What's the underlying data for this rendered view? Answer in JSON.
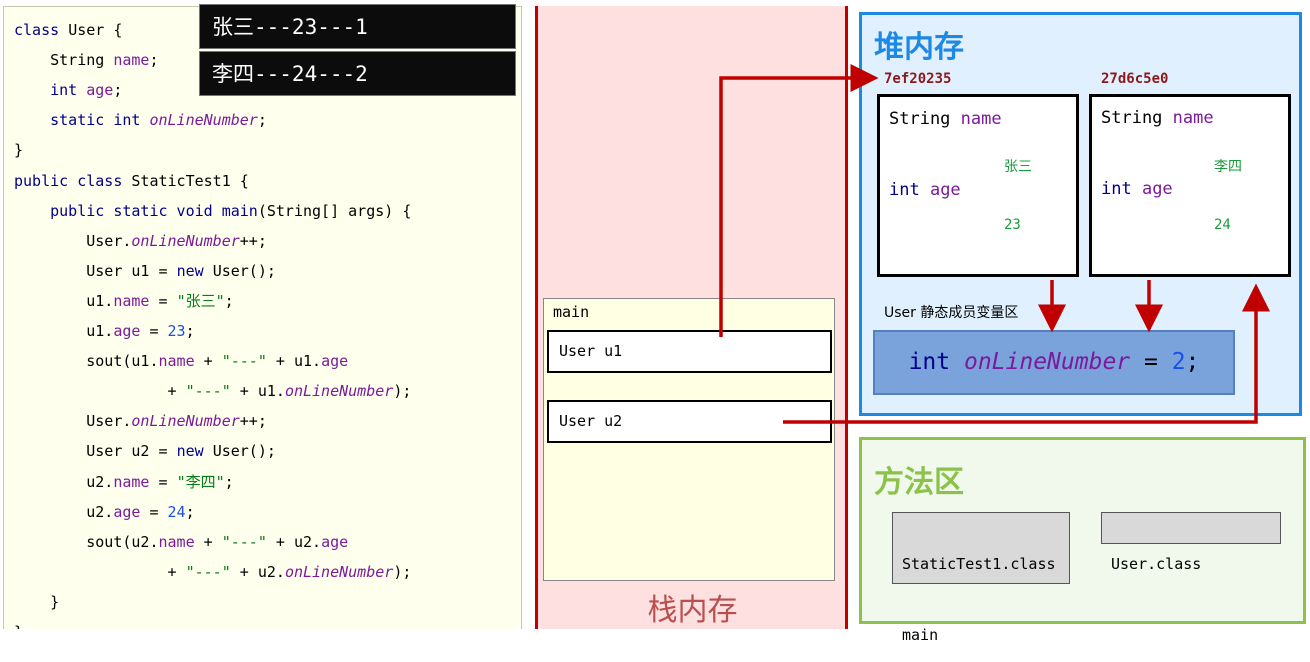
{
  "code": {
    "lines": [
      [
        {
          "t": "class ",
          "c": "kw"
        },
        {
          "t": "User {",
          "c": "pl"
        }
      ],
      [
        {
          "t": "    String ",
          "c": "pl"
        },
        {
          "t": "name",
          "c": "fld"
        },
        {
          "t": ";",
          "c": "pl"
        }
      ],
      [
        {
          "t": "    ",
          "c": "pl"
        },
        {
          "t": "int ",
          "c": "kw"
        },
        {
          "t": "age",
          "c": "fld"
        },
        {
          "t": ";",
          "c": "pl"
        }
      ],
      [
        {
          "t": "    ",
          "c": "pl"
        },
        {
          "t": "static int ",
          "c": "kw"
        },
        {
          "t": "onLineNumber",
          "c": "sfld"
        },
        {
          "t": ";",
          "c": "pl"
        }
      ],
      [
        {
          "t": "}",
          "c": "pl"
        }
      ],
      [
        {
          "t": "public class ",
          "c": "kw"
        },
        {
          "t": "StaticTest1 {",
          "c": "pl"
        }
      ],
      [
        {
          "t": "    ",
          "c": "pl"
        },
        {
          "t": "public static void ",
          "c": "kw"
        },
        {
          "t": "main",
          "c": "kw"
        },
        {
          "t": "(String[] args) {",
          "c": "pl"
        }
      ],
      [
        {
          "t": "        User.",
          "c": "pl"
        },
        {
          "t": "onLineNumber",
          "c": "sfld"
        },
        {
          "t": "++;",
          "c": "pl"
        }
      ],
      [
        {
          "t": "        User u1 = ",
          "c": "pl"
        },
        {
          "t": "new ",
          "c": "kw"
        },
        {
          "t": "User();",
          "c": "pl"
        }
      ],
      [
        {
          "t": "        u1.",
          "c": "pl"
        },
        {
          "t": "name",
          "c": "fld"
        },
        {
          "t": " = ",
          "c": "pl"
        },
        {
          "t": "\"张三\"",
          "c": "str"
        },
        {
          "t": ";",
          "c": "pl"
        }
      ],
      [
        {
          "t": "        u1.",
          "c": "pl"
        },
        {
          "t": "age",
          "c": "fld"
        },
        {
          "t": " = ",
          "c": "pl"
        },
        {
          "t": "23",
          "c": "num"
        },
        {
          "t": ";",
          "c": "pl"
        }
      ],
      [
        {
          "t": "        sout(u1.",
          "c": "pl"
        },
        {
          "t": "name",
          "c": "fld"
        },
        {
          "t": " + ",
          "c": "pl"
        },
        {
          "t": "\"---\"",
          "c": "str"
        },
        {
          "t": " + u1.",
          "c": "pl"
        },
        {
          "t": "age",
          "c": "fld"
        }
      ],
      [
        {
          "t": "                 + ",
          "c": "pl"
        },
        {
          "t": "\"---\"",
          "c": "str"
        },
        {
          "t": " + u1.",
          "c": "pl"
        },
        {
          "t": "onLineNumber",
          "c": "sfld"
        },
        {
          "t": ");",
          "c": "pl"
        }
      ],
      [
        {
          "t": "        User.",
          "c": "pl"
        },
        {
          "t": "onLineNumber",
          "c": "sfld"
        },
        {
          "t": "++;",
          "c": "pl"
        }
      ],
      [
        {
          "t": "        User u2 = ",
          "c": "pl"
        },
        {
          "t": "new ",
          "c": "kw"
        },
        {
          "t": "User();",
          "c": "pl"
        }
      ],
      [
        {
          "t": "        u2.",
          "c": "pl"
        },
        {
          "t": "name",
          "c": "fld"
        },
        {
          "t": " = ",
          "c": "pl"
        },
        {
          "t": "\"李四\"",
          "c": "str"
        },
        {
          "t": ";",
          "c": "pl"
        }
      ],
      [
        {
          "t": "        u2.",
          "c": "pl"
        },
        {
          "t": "age",
          "c": "fld"
        },
        {
          "t": " = ",
          "c": "pl"
        },
        {
          "t": "24",
          "c": "num"
        },
        {
          "t": ";",
          "c": "pl"
        }
      ],
      [
        {
          "t": "        sout(u2.",
          "c": "pl"
        },
        {
          "t": "name",
          "c": "fld"
        },
        {
          "t": " + ",
          "c": "pl"
        },
        {
          "t": "\"---\"",
          "c": "str"
        },
        {
          "t": " + u2.",
          "c": "pl"
        },
        {
          "t": "age",
          "c": "fld"
        }
      ],
      [
        {
          "t": "                 + ",
          "c": "pl"
        },
        {
          "t": "\"---\"",
          "c": "str"
        },
        {
          "t": " + u2.",
          "c": "pl"
        },
        {
          "t": "onLineNumber",
          "c": "sfld"
        },
        {
          "t": ");",
          "c": "pl"
        }
      ],
      [
        {
          "t": "    }",
          "c": "pl"
        }
      ],
      [
        {
          "t": "}",
          "c": "pl"
        }
      ]
    ]
  },
  "output": {
    "line1": "张三---23---1",
    "line2": "李四---24---2"
  },
  "stack": {
    "title": "栈内存",
    "frame_label": "main",
    "var1": "User u1",
    "var2": "User u2"
  },
  "heap": {
    "title": "堆内存",
    "obj1": {
      "address": "7ef20235",
      "field1_type": "String ",
      "field1_name": "name",
      "field1_value": "张三",
      "field2_type": "int ",
      "field2_name": "age",
      "field2_value": "23"
    },
    "obj2": {
      "address": "27d6c5e0",
      "field1_type": "String ",
      "field1_name": "name",
      "field1_value": "李四",
      "field2_type": "int ",
      "field2_name": "age",
      "field2_value": "24"
    },
    "static_area_label": "User 静态成员变量区",
    "static_var": {
      "type": "int ",
      "name": "onLineNumber",
      "eq": " = ",
      "value": "2",
      "semi": ";"
    }
  },
  "method_area": {
    "title": "方法区",
    "class1_name": "StaticTest1.class",
    "class1_method": "main",
    "class2_name": "User.class"
  },
  "colors": {
    "keyword": "#00008b",
    "field": "#7b1a9c",
    "string": "#067d17",
    "number": "#1750eb",
    "stack_bg": "#ffe0e0",
    "stack_title": "#b95050",
    "heap_border": "#1e88e5",
    "heap_bg": "#e1f0ff",
    "method_border": "#8bc34a",
    "arrow": "#c00000",
    "static_box": "#7aa3dc"
  }
}
